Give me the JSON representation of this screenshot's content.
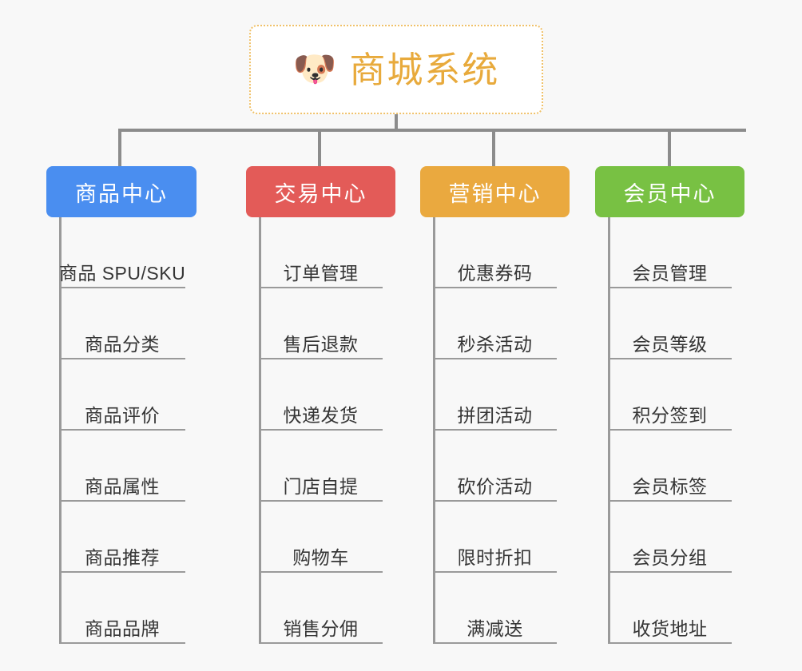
{
  "page": {
    "background_color": "#f8f8f8",
    "type": "mindmap"
  },
  "root": {
    "icon": "dog-face-emoji",
    "emoji": "🐶",
    "title": "商城系统",
    "text_color": "#e8aa3c",
    "border_color": "#f0c169",
    "background_color": "#ffffff"
  },
  "connector": {
    "color": "#8c8c8c"
  },
  "branches": [
    {
      "id": "product-center",
      "title": "商品中心",
      "color": "#4a8ef0",
      "items": [
        {
          "label": "商品 SPU/SKU"
        },
        {
          "label": "商品分类"
        },
        {
          "label": "商品评价"
        },
        {
          "label": "商品属性"
        },
        {
          "label": "商品推荐"
        },
        {
          "label": "商品品牌"
        }
      ]
    },
    {
      "id": "trade-center",
      "title": "交易中心",
      "color": "#e35b58",
      "items": [
        {
          "label": "订单管理"
        },
        {
          "label": "售后退款"
        },
        {
          "label": "快递发货"
        },
        {
          "label": "门店自提"
        },
        {
          "label": "购物车"
        },
        {
          "label": "销售分佣"
        }
      ]
    },
    {
      "id": "marketing-center",
      "title": "营销中心",
      "color": "#eaa93f",
      "items": [
        {
          "label": "优惠券码"
        },
        {
          "label": "秒杀活动"
        },
        {
          "label": "拼团活动"
        },
        {
          "label": "砍价活动"
        },
        {
          "label": "限时折扣"
        },
        {
          "label": "满减送"
        }
      ]
    },
    {
      "id": "member-center",
      "title": "会员中心",
      "color": "#78c143",
      "items": [
        {
          "label": "会员管理"
        },
        {
          "label": "会员等级"
        },
        {
          "label": "积分签到"
        },
        {
          "label": "会员标签"
        },
        {
          "label": "会员分组"
        },
        {
          "label": "收货地址"
        }
      ]
    }
  ]
}
